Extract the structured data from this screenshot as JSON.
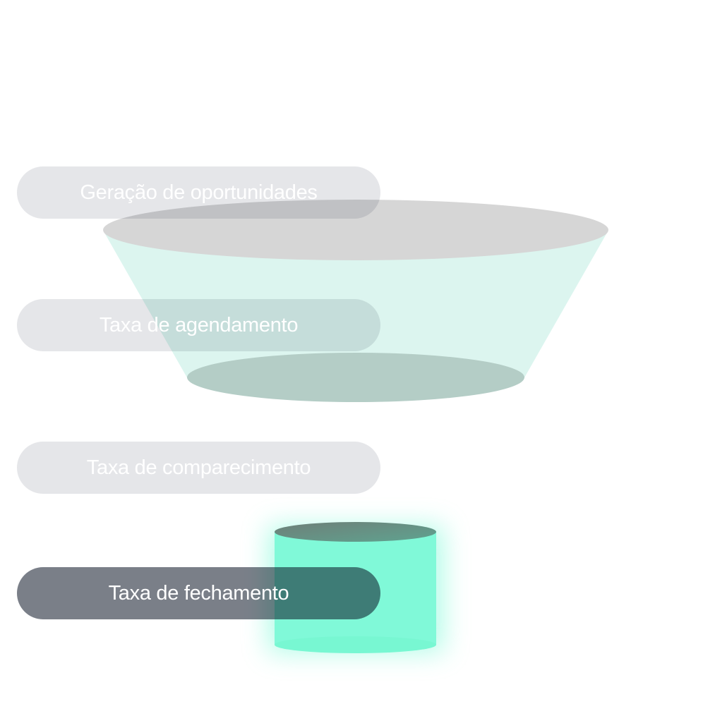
{
  "funnel": {
    "stages": [
      {
        "label": "Geração de oportunidades",
        "active": false
      },
      {
        "label": "Taxa de agendamento",
        "active": false
      },
      {
        "label": "Taxa de comparecimento",
        "active": false
      },
      {
        "label": "Taxa de fechamento",
        "active": true
      }
    ],
    "colors": {
      "cone": "#dcf5ef",
      "top_ellipse": "#d6d6d6",
      "bottom_ellipse": "#b4cdc6",
      "cylinder": "#80f9d8",
      "cylinder_top": "#6a8f84"
    }
  }
}
